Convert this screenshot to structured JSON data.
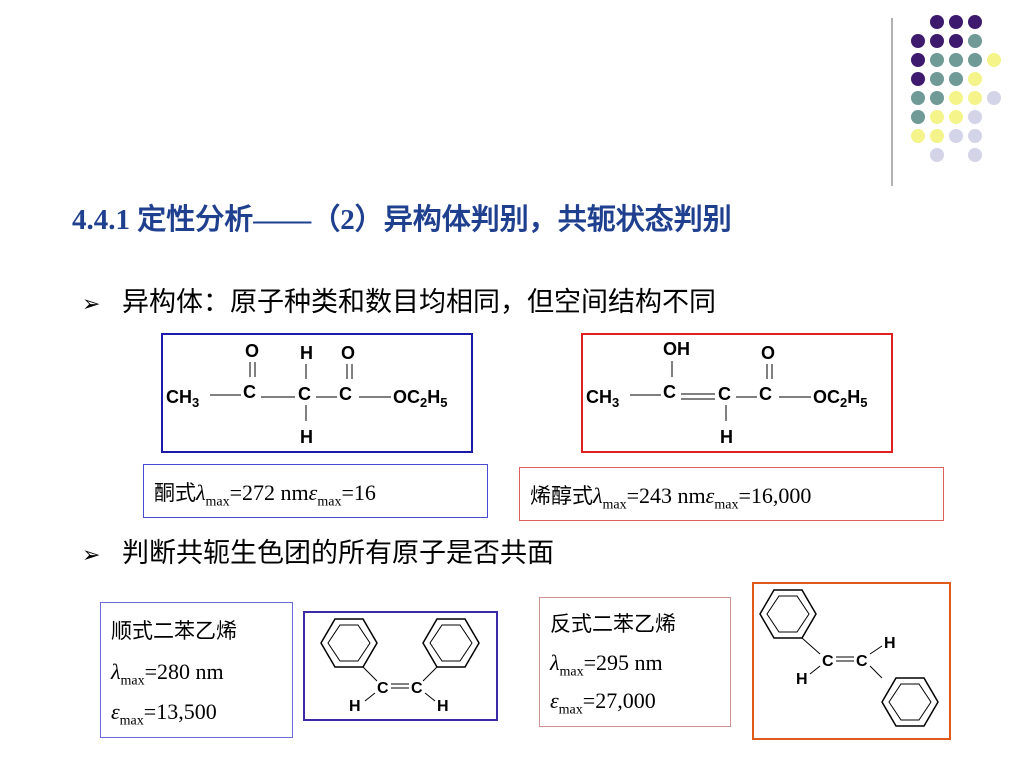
{
  "slide": {
    "title": "4.4.1  定性分析——（2）异构体判别，共轭状态判别",
    "bullets": [
      "异构体：原子种类和数目均相同，但空间结构不同",
      "判断共轭生色团的所有原子是否共面"
    ],
    "bullet_marker": "arrow-right-icon"
  },
  "keto": {
    "border_color": "#1b1ba8",
    "labels": [
      "O",
      "H",
      "O",
      "CH3",
      "C",
      "C",
      "C",
      "OC2H5",
      "H"
    ],
    "caption": {
      "name": "酮式",
      "lambda": "λ",
      "max": "max",
      "lambda_val": "=272 nm",
      "eps": "ε",
      "eps_val": "=16"
    },
    "caption_border": "#4a4ad0"
  },
  "enol": {
    "border_color": "#e02020",
    "labels": [
      "OH",
      "O",
      "CH3",
      "C",
      "C",
      "C",
      "OC2H5",
      "H"
    ],
    "caption": {
      "name": "烯醇式",
      "lambda": "λ",
      "max": "max",
      "lambda_val": "=243 nm",
      "eps": "ε",
      "eps_val": "=16,000"
    },
    "caption_border": "#e06060"
  },
  "cis": {
    "name": "顺式二苯乙烯",
    "lambda": "λ",
    "max": "max",
    "lambda_val": "=280 nm",
    "eps": "ε",
    "eps_val": "=13,500",
    "labels": [
      "C",
      "C",
      "H",
      "H"
    ],
    "border_color": "#3a2aa8",
    "note_border": "#6a6ad8"
  },
  "trans": {
    "name": "反式二苯乙烯",
    "lambda": "λ",
    "max": "max",
    "lambda_val": "=295 nm",
    "eps": "ε",
    "eps_val": "=27,000",
    "labels": [
      "C",
      "C",
      "H",
      "H"
    ],
    "border_color": "#e05a1a",
    "note_border": "#d09090"
  },
  "colors": {
    "title": "#1f3f8f",
    "dot_purple": "#3d1a6e",
    "dot_teal": "#6f9a95",
    "dot_yellow": "#f4f48a",
    "dot_lavender": "#d4d4e8"
  }
}
